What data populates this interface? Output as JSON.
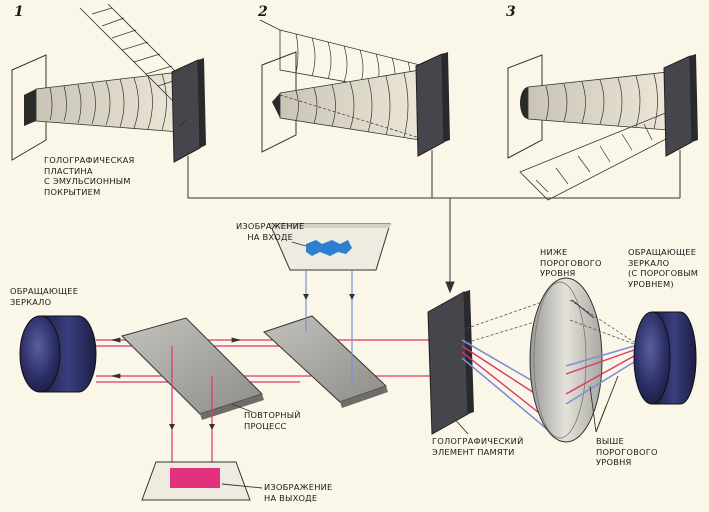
{
  "panel_numbers": [
    "1",
    "2",
    "3"
  ],
  "labels": {
    "holo_plate": "ГОЛОГРАФИЧЕСКАЯ\nПЛАСТИНА\nС ЭМУЛЬСИОННЫМ\nПОКРЫТИЕМ",
    "input_image": "ИЗОБРАЖЕНИЕ\nНА ВХОДЕ",
    "phase_mirror_left": "ОБРАЩАЮЩЕЕ\nЗЕРКАЛО",
    "below_threshold": "НИЖЕ\nПОРОГОВОГО\nУРОВНЯ",
    "phase_mirror_right": "ОБРАЩАЮЩЕЕ\nЗЕРКАЛО\n(С ПОРОГОВЫМ\nУРОВНЕМ)",
    "repeat_process": "ПОВТОРНЫЙ\nПРОЦЕСС",
    "holo_memory": "ГОЛОГРАФИЧЕСКИЙ\nЭЛЕМЕНТ ПАМЯТИ",
    "above_threshold": "ВЫШЕ\nПОРОГОВОГО\nУРОВНЯ",
    "output_image": "ИЗОБРАЖЕНИЕ\nНА ВЫХОДЕ"
  },
  "colors": {
    "background": "#fbf7e8",
    "beam_red": "#d9366e",
    "beam_blue": "#7d8fd8",
    "mirror_navy": "#2c2f66",
    "plate_dark": "#45454b",
    "input_blue": "#2f7fd1",
    "output_magenta": "#e0337c",
    "ink": "#1a1a1a"
  }
}
